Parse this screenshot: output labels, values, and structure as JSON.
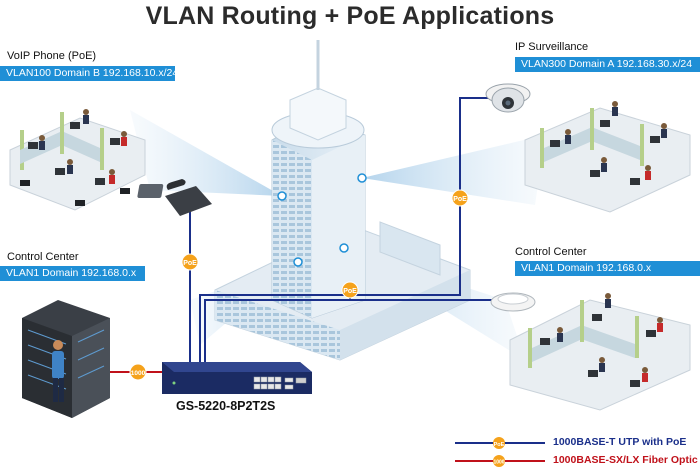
{
  "title": "VLAN Routing + PoE Applications",
  "groups": {
    "voip": {
      "label": "VoIP Phone (PoE)",
      "vlan": "VLAN100 Domain B 192.168.10.x/24"
    },
    "surveillance": {
      "label": "IP Surveillance",
      "vlan": "VLAN300 Domain A 192.168.30.x/24"
    },
    "control_left": {
      "label": "Control Center",
      "vlan": "VLAN1 Domain 192.168.0.x"
    },
    "control_right": {
      "label": "Control Center",
      "vlan": "VLAN1 Domain 192.168.0.x"
    }
  },
  "switch": {
    "model": "GS-5220-8P2T2S"
  },
  "badges": {
    "poe": "PoE",
    "fiber": "1000"
  },
  "legend": {
    "utp": {
      "label": "1000BASE-T UTP with PoE",
      "color": "#1a2f8a"
    },
    "fiber": {
      "label": "1000BASE-SX/LX Fiber Optic",
      "color": "#c0111a"
    }
  },
  "colors": {
    "accent_bar": "#1f8fd6",
    "poe_badge": "#f5a21b",
    "building": "#d6e4ef"
  }
}
